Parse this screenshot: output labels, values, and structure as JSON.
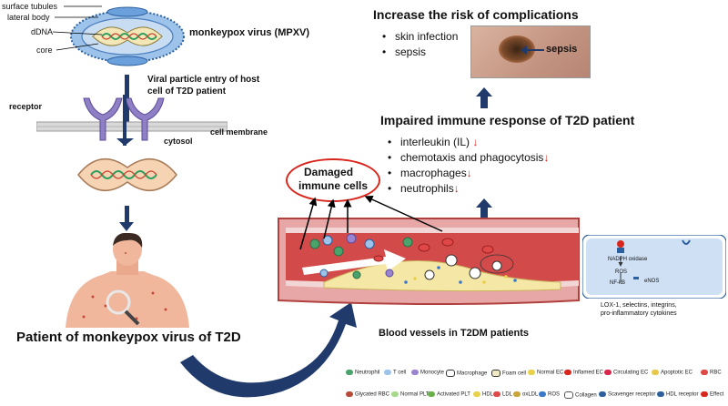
{
  "virus": {
    "label_surface_tubules": "surface tubules",
    "label_lateral_body": "lateral body",
    "label_dDNA": "dDNA",
    "label_core": "core",
    "label_name": "monkeypox virus (MPXV)"
  },
  "entry": {
    "text_line1": "Viral particle entry of host",
    "text_line2": "cell of T2D patient",
    "label_receptor": "receptor",
    "label_membrane": "cell membrane",
    "label_cytosol": "cytosol"
  },
  "patient": {
    "caption": "Patient of monkeypox virus of T2D"
  },
  "complications": {
    "title": "Increase the risk of complications",
    "items": [
      "skin infection",
      "sepsis"
    ],
    "photo_label": "sepsis"
  },
  "immune": {
    "title": "Impaired immune response of T2D patient",
    "items": [
      "interleukin (IL)",
      "chemotaxis and phagocytosis",
      "macrophages",
      "neutrophils"
    ],
    "down_arrow": "↓"
  },
  "damaged": {
    "line1": "Damaged",
    "line2": "immune cells"
  },
  "vessel": {
    "caption": "Blood vessels in T2DM patients"
  },
  "endothelial": {
    "nadph": "NADPH oxidase",
    "ros": "ROS",
    "nfkb": "NF-kB",
    "enos": "eNOS",
    "result_line1": "LOX-1, selectins, integrins,",
    "result_line2": "pro-inflammatory cytokines"
  },
  "legend": {
    "row1": [
      "Neutrophil",
      "T cell",
      "Monocyte",
      "Macrophage",
      "Foam cell",
      "Normal EC",
      "Inflamed EC",
      "Circulating EC",
      "Apoptotic EC",
      "RBC"
    ],
    "row2": [
      "Glycated RBC",
      "Normal PLT",
      "Activated PLT",
      "HDL",
      "LDL",
      "oxLDL",
      "ROS",
      "Collagen",
      "Scavenger receptor",
      "HDL receptor",
      "Effect"
    ]
  },
  "colors": {
    "arrow": "#1f3a6b",
    "vessel": "#c0392b",
    "ellipse": "#d9261c",
    "down": "#d9261c"
  }
}
